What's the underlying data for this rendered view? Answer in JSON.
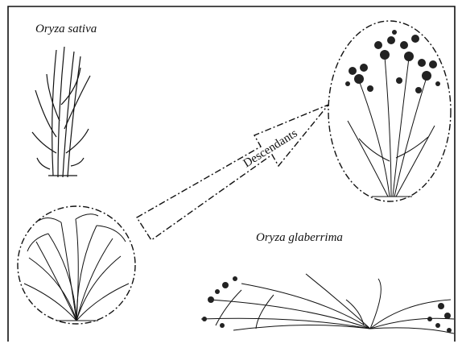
{
  "labels": {
    "sativa": "Oryza sativa",
    "glaberrima": "Oryza glaberrima",
    "arrow": "Descendants"
  },
  "colors": {
    "ink": "#111111",
    "background": "#ffffff"
  },
  "icons": {
    "sativa_plant": "upright-rice-plant-icon",
    "glaberrima_plant_circled": "bushy-rice-plant-icon",
    "descendant_plant_circled": "panicled-rice-plant-icon",
    "glaberrima_spreading": "spreading-rice-plant-icon",
    "arrow": "dash-dot-arrow"
  }
}
